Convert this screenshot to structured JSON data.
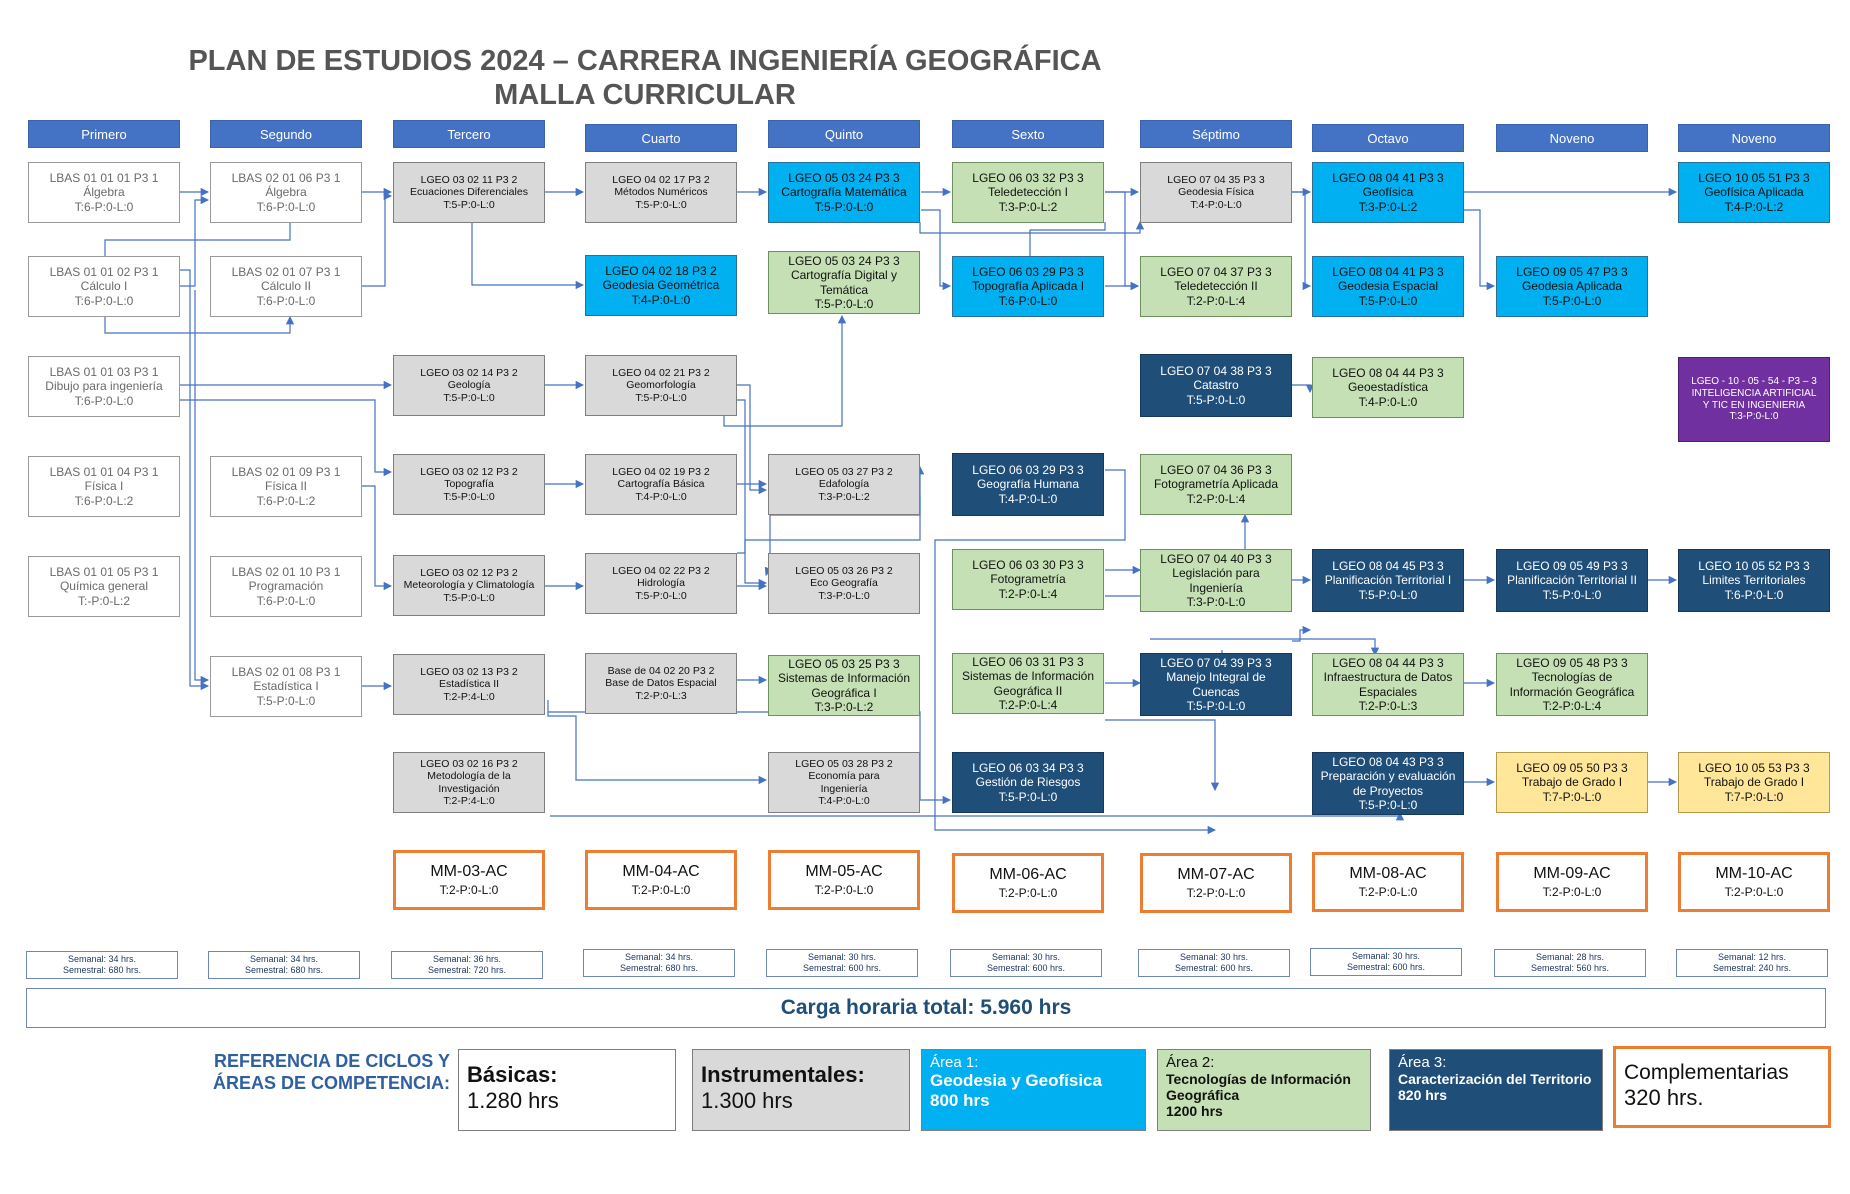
{
  "title": {
    "line1": "PLAN DE ESTUDIOS 2024 – CARRERA INGENIERÍA GEOGRÁFICA",
    "line2": "MALLA CURRICULAR"
  },
  "semesters": [
    "Primero",
    "Segundo",
    "Tercero",
    "Cuarto",
    "Quinto",
    "Sexto",
    "Séptimo",
    "Octavo",
    "Noveno",
    "Noveno"
  ],
  "courses": [
    {
      "id": "c11",
      "lines": [
        "LBAS 01 01 01 P3 1",
        "Álgebra",
        "T:6-P:0-L:0"
      ],
      "area": "basicas"
    },
    {
      "id": "c12",
      "lines": [
        "LBAS 01 01 02 P3 1",
        "Cálculo I",
        "T:6-P:0-L:0"
      ],
      "area": "basicas"
    },
    {
      "id": "c13",
      "lines": [
        "LBAS 01 01 03 P3 1",
        "Dibujo para ingeniería",
        "T:6-P:0-L:0"
      ],
      "area": "basicas"
    },
    {
      "id": "c14",
      "lines": [
        "LBAS 01 01 04 P3 1",
        "Física I",
        "T:6-P:0-L:2"
      ],
      "area": "basicas"
    },
    {
      "id": "c15",
      "lines": [
        "LBAS 01 01 05 P3 1",
        "Química general",
        "T:-P:0-L:2"
      ],
      "area": "basicas"
    },
    {
      "id": "c21",
      "lines": [
        "LBAS 02 01 06 P3 1",
        "Álgebra",
        "T:6-P:0-L:0"
      ],
      "area": "basicas"
    },
    {
      "id": "c22",
      "lines": [
        "LBAS 02 01 07 P3 1",
        "Cálculo II",
        "T:6-P:0-L:0"
      ],
      "area": "basicas"
    },
    {
      "id": "c23",
      "lines": [
        "LBAS 02 01 09 P3 1",
        "Física II",
        "T:6-P:0-L:2"
      ],
      "area": "basicas"
    },
    {
      "id": "c24",
      "lines": [
        "LBAS 02 01 10 P3 1",
        "Programación",
        "T:6-P:0-L:0"
      ],
      "area": "basicas"
    },
    {
      "id": "c25",
      "lines": [
        "LBAS 02 01 08 P3 1",
        "Estadística I",
        "T:5-P:0-L:0"
      ],
      "area": "basicas"
    },
    {
      "id": "c31",
      "lines": [
        "LGEO 03 02 11 P3 2",
        "Ecuaciones Diferenciales",
        "T:5-P:0-L:0"
      ],
      "area": "instr"
    },
    {
      "id": "c32",
      "lines": [
        "LGEO 03 02 14 P3 2",
        "Geología",
        "T:5-P:0-L:0"
      ],
      "area": "instr"
    },
    {
      "id": "c33",
      "lines": [
        "LGEO 03 02 12 P3 2",
        "Topografía",
        "T:5-P:0-L:0"
      ],
      "area": "instr"
    },
    {
      "id": "c34",
      "lines": [
        "LGEO 03 02 12 P3 2",
        "Meteorología y Climatología",
        "T:5-P:0-L:0"
      ],
      "area": "instr"
    },
    {
      "id": "c35",
      "lines": [
        "LGEO 03 02 13 P3 2",
        "Estadística II",
        "T:2-P:4-L:0"
      ],
      "area": "instr"
    },
    {
      "id": "c36",
      "lines": [
        "LGEO 03 02 16 P3 2",
        "Metodología de la",
        "Investigación",
        "T:2-P:4-L:0"
      ],
      "area": "instr"
    },
    {
      "id": "c41",
      "lines": [
        "LGEO 04 02 17 P3 2",
        "Métodos Numéricos",
        "T:5-P:0-L:0"
      ],
      "area": "instr"
    },
    {
      "id": "c42",
      "lines": [
        "LGEO 04 02 18 P3 2",
        "Geodesia Geométrica",
        "T:4-P:0-L:0"
      ],
      "area": "area1"
    },
    {
      "id": "c43",
      "lines": [
        "LGEO 04 02 21 P3 2",
        "Geomorfología",
        "T:5-P:0-L:0"
      ],
      "area": "instr"
    },
    {
      "id": "c44",
      "lines": [
        "LGEO 04 02 19 P3 2",
        "Cartografía Básica",
        "T:4-P:0-L:0"
      ],
      "area": "instr"
    },
    {
      "id": "c45",
      "lines": [
        "LGEO 04 02 22 P3 2",
        "Hidrología",
        "T:5-P:0-L:0"
      ],
      "area": "instr"
    },
    {
      "id": "c46",
      "lines": [
        "Base de 04 02 20 P3 2",
        "Base de Datos Espacial",
        "T:2-P:0-L:3"
      ],
      "area": "instr"
    },
    {
      "id": "c51",
      "lines": [
        "LGEO 05 03 24 P3 3",
        "Cartografía Matemática",
        "T:5-P:0-L:0"
      ],
      "area": "area1"
    },
    {
      "id": "c52",
      "lines": [
        "LGEO 05 03 24 P3 3",
        "Cartografía Digital y",
        "Temática",
        "T:5-P:0-L:0"
      ],
      "area": "area2"
    },
    {
      "id": "c53",
      "lines": [
        "LGEO 05 03 27 P3 2",
        "Edafología",
        "T:3-P:0-L:2"
      ],
      "area": "instr"
    },
    {
      "id": "c54",
      "lines": [
        "LGEO 05 03 26 P3 2",
        "Eco Geografía",
        "T:3-P:0-L:0"
      ],
      "area": "instr"
    },
    {
      "id": "c55",
      "lines": [
        "LGEO 05 03 25 P3 3",
        "Sistemas de Información",
        "Geográfica I",
        "T:3-P:0-L:2"
      ],
      "area": "area2"
    },
    {
      "id": "c56",
      "lines": [
        "LGEO 05 03 28 P3 2",
        "Economía para",
        "Ingeniería",
        "T:4-P:0-L:0"
      ],
      "area": "instr"
    },
    {
      "id": "c61",
      "lines": [
        "LGEO 06 03 32 P3 3",
        "Teledetección I",
        "T:3-P:0-L:2"
      ],
      "area": "area2"
    },
    {
      "id": "c62",
      "lines": [
        "LGEO 06 03 29 P3 3",
        "Topografía Aplicada I",
        "T:6-P:0-L:0"
      ],
      "area": "area1"
    },
    {
      "id": "c63",
      "lines": [
        "LGEO 06 03 29 P3 3",
        "Geografía Humana",
        "T:4-P:0-L:0"
      ],
      "area": "area3"
    },
    {
      "id": "c64",
      "lines": [
        "LGEO 06 03 30 P3 3",
        "Fotogrametría",
        "T:2-P:0-L:4"
      ],
      "area": "area2"
    },
    {
      "id": "c65",
      "lines": [
        "LGEO 06 03 31 P3 3",
        "Sistemas de Información",
        "Geográfica II",
        "T:2-P:0-L:4"
      ],
      "area": "area2"
    },
    {
      "id": "c66",
      "lines": [
        "LGEO 06 03 34 P3 3",
        "Gestión de Riesgos",
        "T:5-P:0-L:0"
      ],
      "area": "area3"
    },
    {
      "id": "c71",
      "lines": [
        "LGEO 07 04 35 P3 3",
        "Geodesia Física",
        "T:4-P:0-L:0"
      ],
      "area": "instr"
    },
    {
      "id": "c72",
      "lines": [
        "LGEO 07 04 37 P3 3",
        "Teledetección II",
        "T:2-P:0-L:4"
      ],
      "area": "area2"
    },
    {
      "id": "c73",
      "lines": [
        "LGEO 07 04 38 P3 3",
        "Catastro",
        "T:5-P:0-L:0"
      ],
      "area": "area3"
    },
    {
      "id": "c74",
      "lines": [
        "LGEO 07 04 36 P3 3",
        "Fotogrametría Aplicada",
        "T:2-P:0-L:4"
      ],
      "area": "area2"
    },
    {
      "id": "c75",
      "lines": [
        "LGEO 07 04 40 P3 3",
        "Legislación para",
        "Ingeniería",
        "T:3-P:0-L:0"
      ],
      "area": "area2"
    },
    {
      "id": "c76",
      "lines": [
        "LGEO 07 04 39 P3 3",
        "Manejo Integral de",
        "Cuencas",
        "T:5-P:0-L:0"
      ],
      "area": "area3"
    },
    {
      "id": "c81",
      "lines": [
        "LGEO 08 04 41 P3 3",
        "Geofísica",
        "T:3-P:0-L:2"
      ],
      "area": "area1"
    },
    {
      "id": "c82",
      "lines": [
        "LGEO 08 04 41 P3 3",
        "Geodesia Espacial",
        "T:5-P:0-L:0"
      ],
      "area": "area1"
    },
    {
      "id": "c83",
      "lines": [
        "LGEO 08 04 44 P3 3",
        "Geoestadística",
        "T:4-P:0-L:0"
      ],
      "area": "area2"
    },
    {
      "id": "c84",
      "lines": [
        "LGEO 08 04 45 P3 3",
        "Planificación Territorial I",
        "T:5-P:0-L:0"
      ],
      "area": "area3"
    },
    {
      "id": "c85",
      "lines": [
        "LGEO 08 04 44 P3 3",
        "Infraestructura de Datos",
        "Espaciales",
        "T:2-P:0-L:3"
      ],
      "area": "area2"
    },
    {
      "id": "c86",
      "lines": [
        "LGEO 08 04 43 P3 3",
        "Preparación y evaluación",
        "de Proyectos",
        "T:5-P:0-L:0"
      ],
      "area": "area3"
    },
    {
      "id": "c91",
      "lines": [
        "LGEO 09 05 47 P3 3",
        "Geodesia Aplicada",
        "T:5-P:0-L:0"
      ],
      "area": "area1"
    },
    {
      "id": "c92",
      "lines": [
        "LGEO 09 05 49 P3 3",
        "Planificación Territorial II",
        "T:5-P:0-L:0"
      ],
      "area": "area3"
    },
    {
      "id": "c93",
      "lines": [
        "LGEO 09 05 48 P3 3",
        "Tecnologías de",
        "Información Geográfica",
        "T:2-P:0-L:4"
      ],
      "area": "area2"
    },
    {
      "id": "c94",
      "lines": [
        "LGEO 09 05 50 P3 3",
        "Trabajo de Grado I",
        "T:7-P:0-L:0"
      ],
      "area": "final"
    },
    {
      "id": "c101",
      "lines": [
        "LGEO 10 05 51 P3 3",
        "Geofísica Aplicada",
        "T:4-P:0-L:2"
      ],
      "area": "area1"
    },
    {
      "id": "c102",
      "lines": [
        "LGEO - 10 - 05 - 54 - P3 – 3",
        "INTELIGENCIA ARTIFICIAL",
        "Y TIC EN INGENIERIA",
        "T:3-P:0-L:0"
      ],
      "area": "ia"
    },
    {
      "id": "c103",
      "lines": [
        "LGEO 10 05 52 P3 3",
        "Limites Territoriales",
        "T:6-P:0-L:0"
      ],
      "area": "area3"
    },
    {
      "id": "c104",
      "lines": [
        "LGEO 10 05 53 P3 3",
        "Trabajo de Grado I",
        "T:7-P:0-L:0"
      ],
      "area": "final"
    }
  ],
  "complementarias": [
    {
      "code": "MM-03-AC",
      "hours": "T:2-P:0-L:0"
    },
    {
      "code": "MM-04-AC",
      "hours": "T:2-P:0-L:0"
    },
    {
      "code": "MM-05-AC",
      "hours": "T:2-P:0-L:0"
    },
    {
      "code": "MM-06-AC",
      "hours": "T:2-P:0-L:0"
    },
    {
      "code": "MM-07-AC",
      "hours": "T:2-P:0-L:0"
    },
    {
      "code": "MM-08-AC",
      "hours": "T:2-P:0-L:0"
    },
    {
      "code": "MM-09-AC",
      "hours": "T:2-P:0-L:0"
    },
    {
      "code": "MM-10-AC",
      "hours": "T:2-P:0-L:0"
    }
  ],
  "workload": [
    {
      "week": "Semanal: 34 hrs.",
      "sem": "Semestral: 680 hrs."
    },
    {
      "week": "Semanal: 34 hrs.",
      "sem": "Semestral: 680 hrs."
    },
    {
      "week": "Semanal: 36 hrs.",
      "sem": "Semestral: 720 hrs."
    },
    {
      "week": "Semanal: 34 hrs.",
      "sem": "Semestral: 680 hrs."
    },
    {
      "week": "Semanal: 30 hrs.",
      "sem": "Semestral: 600 hrs."
    },
    {
      "week": "Semanal: 30 hrs.",
      "sem": "Semestral: 600 hrs."
    },
    {
      "week": "Semanal: 30 hrs.",
      "sem": "Semestral: 600 hrs."
    },
    {
      "week": "Semanal: 30 hrs.",
      "sem": "Semestral: 600 hrs."
    },
    {
      "week": "Semanal: 28 hrs.",
      "sem": "Semestral: 560 hrs."
    },
    {
      "week": "Semanal: 12 hrs.",
      "sem": "Semestral: 240 hrs."
    }
  ],
  "total": "Carga horaria total: 5.960 hrs",
  "legend": {
    "label": [
      "REFERENCIA DE CICLOS Y",
      "ÁREAS DE COMPETENCIA:"
    ],
    "items": [
      {
        "title": "Básicas:",
        "sub": "",
        "hours": "1.280 hrs",
        "area": "basicas"
      },
      {
        "title": "Instrumentales:",
        "sub": "",
        "hours": "1.300 hrs",
        "area": "instr"
      },
      {
        "title": "Área 1:",
        "sub": "Geodesia y Geofísica",
        "hours": "800 hrs",
        "area": "area1"
      },
      {
        "title": "Área 2:",
        "sub": "Tecnologías de Información Geográfica",
        "hours": "1200 hrs",
        "area": "area2"
      },
      {
        "title": "Área 3:",
        "sub": "Caracterización del Territorio",
        "hours": "820 hrs",
        "area": "area3"
      },
      {
        "title": "Complementarias",
        "sub": "",
        "hours": "320 hrs.",
        "area": "cmp"
      }
    ]
  },
  "colors": {
    "header": "#4472c4",
    "basicas": "#ffffff",
    "instr": "#d9d9d9",
    "area1": "#00b0f0",
    "area2": "#c5e0b4",
    "area3": "#1f4e79",
    "final": "#ffe699",
    "ia": "#7030a0",
    "cmp_border": "#ed7d31",
    "arrow": "#4472c4"
  }
}
